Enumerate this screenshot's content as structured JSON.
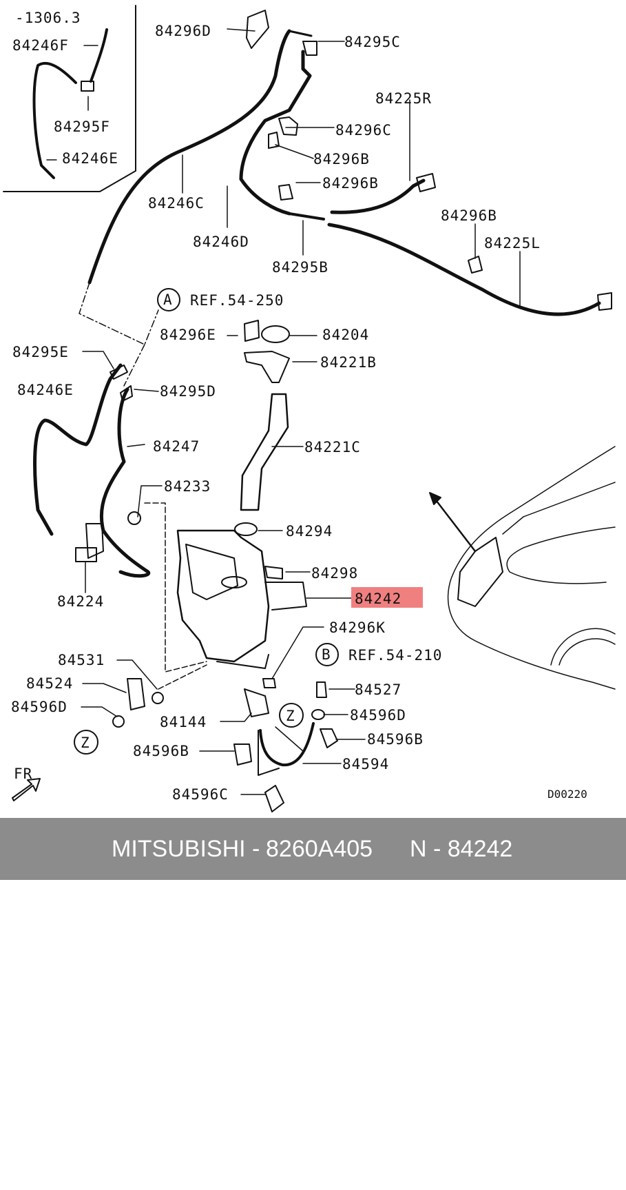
{
  "diagram": {
    "inset_ref": "-1306.3",
    "code": "D00220",
    "direction_label": "FR",
    "ref_a": {
      "letter": "A",
      "text": "REF.54-250"
    },
    "ref_b": {
      "letter": "B",
      "text": "REF.54-210"
    },
    "view_z": "Z",
    "highlighted_part": "84242",
    "highlight_color": "#f08080",
    "parts": [
      "84246F",
      "84295F",
      "84246E",
      "84296D",
      "84295C",
      "84225R",
      "84296C",
      "84296B",
      "84246C",
      "84246D",
      "84295B",
      "84225L",
      "84204",
      "84221B",
      "84221C",
      "84295E",
      "84295D",
      "84247",
      "84233",
      "84294",
      "84298",
      "84224",
      "84296K",
      "84531",
      "84524",
      "84596D",
      "84144",
      "84527",
      "84596B",
      "84594",
      "84596C"
    ]
  },
  "footer": {
    "brand": "MITSUBISHI",
    "separator": "-",
    "part_number": "8260A405",
    "n_label": "N - 84242",
    "background": "#8c8c8c"
  }
}
